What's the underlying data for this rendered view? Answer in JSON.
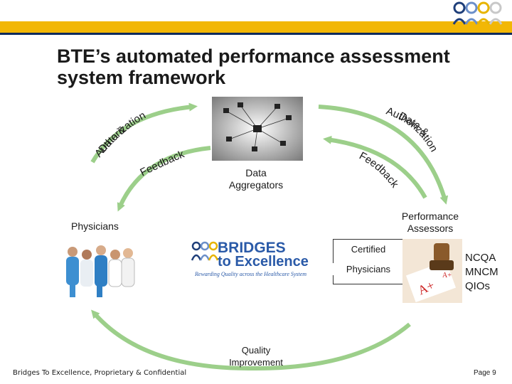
{
  "title_line1": "BTE’s automated performance assessment",
  "title_line2": "system framework",
  "arc_labels": {
    "data_auth_left_line1": "Data &",
    "data_auth_left_line2": "Authorization",
    "data_auth_right_line1": "Data &",
    "data_auth_right_line2": "Authorization",
    "feedback_left": "Feedback",
    "feedback_right": "Feedback"
  },
  "nodes": {
    "aggregators_line1": "Data",
    "aggregators_line2": "Aggregators",
    "physicians": "Physicians",
    "assessors_line1": "Performance",
    "assessors_line2": "Assessors",
    "certified": "Certified",
    "certified_physicians": "Physicians",
    "quality_line1": "Quality",
    "quality_line2": "Improvement"
  },
  "assessor_orgs": [
    "NCQA",
    "MNCM",
    "QIOs"
  ],
  "bte_logo": {
    "line1": "BRIDGES",
    "line2": "to Excellence",
    "tagline": "Rewarding Quality across the Healthcare System"
  },
  "footer": {
    "left": "Bridges To Excellence, Proprietary & Confidential",
    "right": "Page 9"
  },
  "colors": {
    "accent_yellow": "#f2b705",
    "navy": "#0b2a5c",
    "arrow_green": "#9ccf8a",
    "logo_blue": "#2a5aa8"
  }
}
